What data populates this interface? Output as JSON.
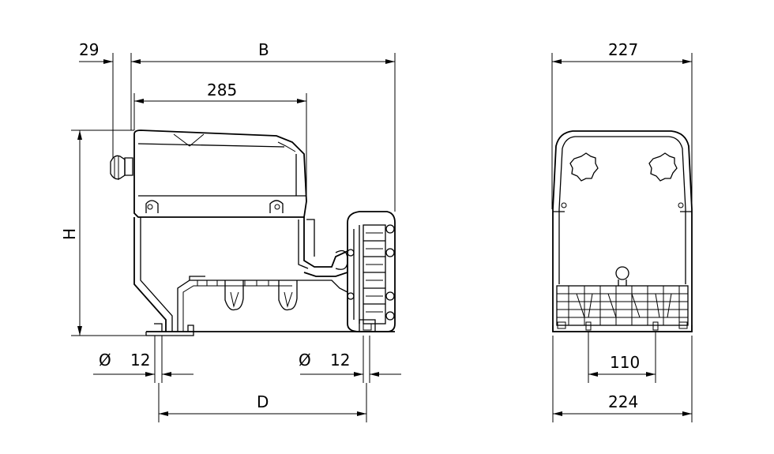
{
  "side_view": {
    "dim_left_offset": "29",
    "dim_overall_length": "B",
    "dim_top_length": "285",
    "dim_height": "H",
    "dim_bolt_left": "12",
    "dim_bolt_right": "12",
    "diameter_symbol_left": "Ø",
    "diameter_symbol_right": "Ø",
    "dim_foot_spacing": "D"
  },
  "front_view": {
    "dim_top_width": "227",
    "dim_foot_inner": "110",
    "dim_base_width": "224"
  }
}
